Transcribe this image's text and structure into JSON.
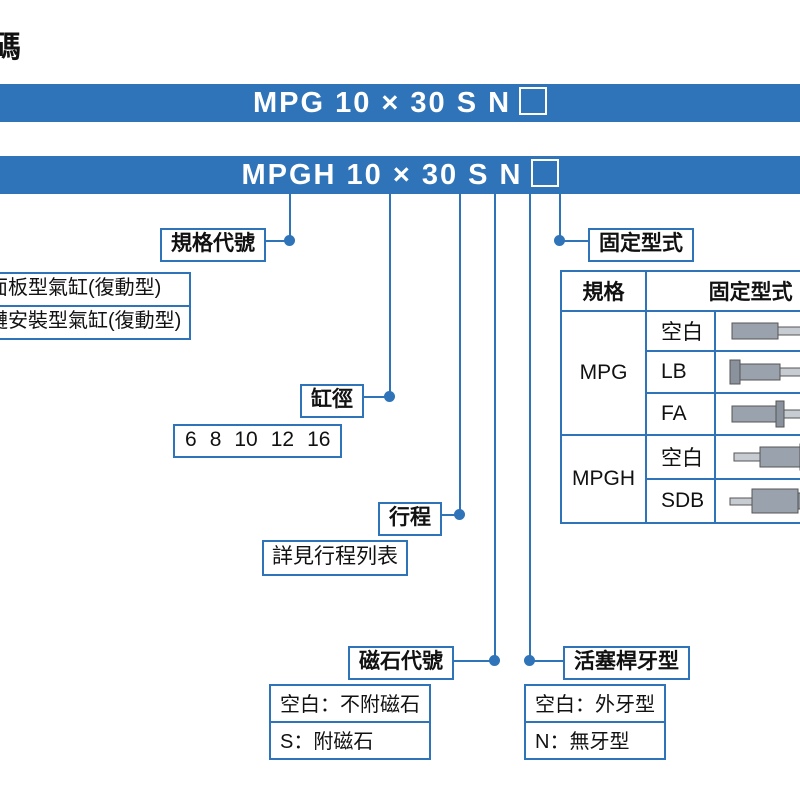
{
  "page": {
    "top_title": "請碼"
  },
  "code_bars": [
    {
      "text": "MPG 10 × 30 S N",
      "has_square": true
    },
    {
      "text": "MPGH 10 × 30 S N",
      "has_square": true
    }
  ],
  "callouts": {
    "spec": {
      "header": "規格代號",
      "items": [
        "準面板型氣缸(復動型)",
        "鉸鏈安裝型氣缸(復動型)"
      ]
    },
    "bore": {
      "header": "缸徑",
      "values": [
        "6",
        "8",
        "10",
        "12",
        "16"
      ]
    },
    "stroke": {
      "header": "行程",
      "note": "詳見行程列表"
    },
    "magnet": {
      "header": "磁石代號",
      "items": [
        "空白：不附磁石",
        "S：附磁石"
      ]
    },
    "rod_thread": {
      "header": "活塞桿牙型",
      "items": [
        "空白：外牙型",
        "N：無牙型"
      ]
    },
    "mount": {
      "header": "固定型式",
      "table": {
        "columns": [
          "規格",
          "固定型式",
          ""
        ],
        "rows": [
          {
            "spec": "MPG",
            "code": "空白",
            "image": "cylinder-plain"
          },
          {
            "spec": "MPG",
            "code": "LB",
            "image": "cylinder-lb"
          },
          {
            "spec": "MPG",
            "code": "FA",
            "image": "cylinder-fa"
          },
          {
            "spec": "MPGH",
            "code": "空白",
            "image": "cylinder-hinge-plain"
          },
          {
            "spec": "MPGH",
            "code": "SDB",
            "image": "cylinder-sdb"
          }
        ]
      }
    }
  },
  "colors": {
    "accent": "#2f73b8",
    "bar_text": "#ffffff",
    "text": "#111111"
  }
}
